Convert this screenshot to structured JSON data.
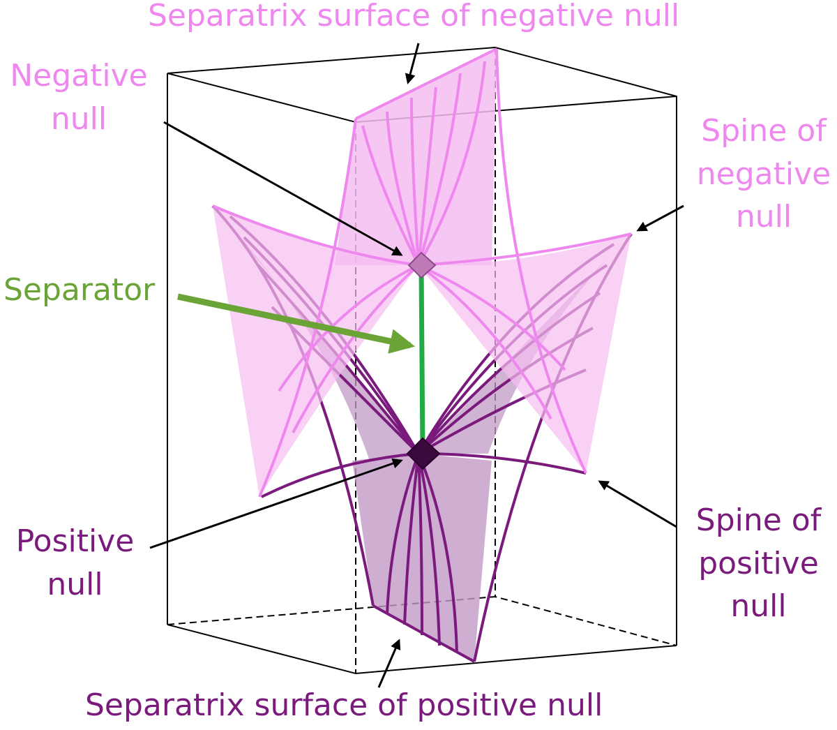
{
  "labels": {
    "top_surface": "Separatrix surface of negative null",
    "negative_null": "Negative\nnull",
    "spine_negative": "Spine of\nnegative\nnull",
    "separator": "Separator",
    "positive_null": "Positive\nnull",
    "spine_positive": "Spine of\npositive\nnull",
    "bottom_surface": "Separatrix surface of positive null"
  },
  "colors": {
    "negative": "#ee88ee",
    "negative_surface": "#f6bdf1",
    "positive": "#7a1a7c",
    "positive_surface": "#c29ac6",
    "separator": "#22aa44",
    "separator_label": "#6aa336",
    "box": "#000000"
  }
}
